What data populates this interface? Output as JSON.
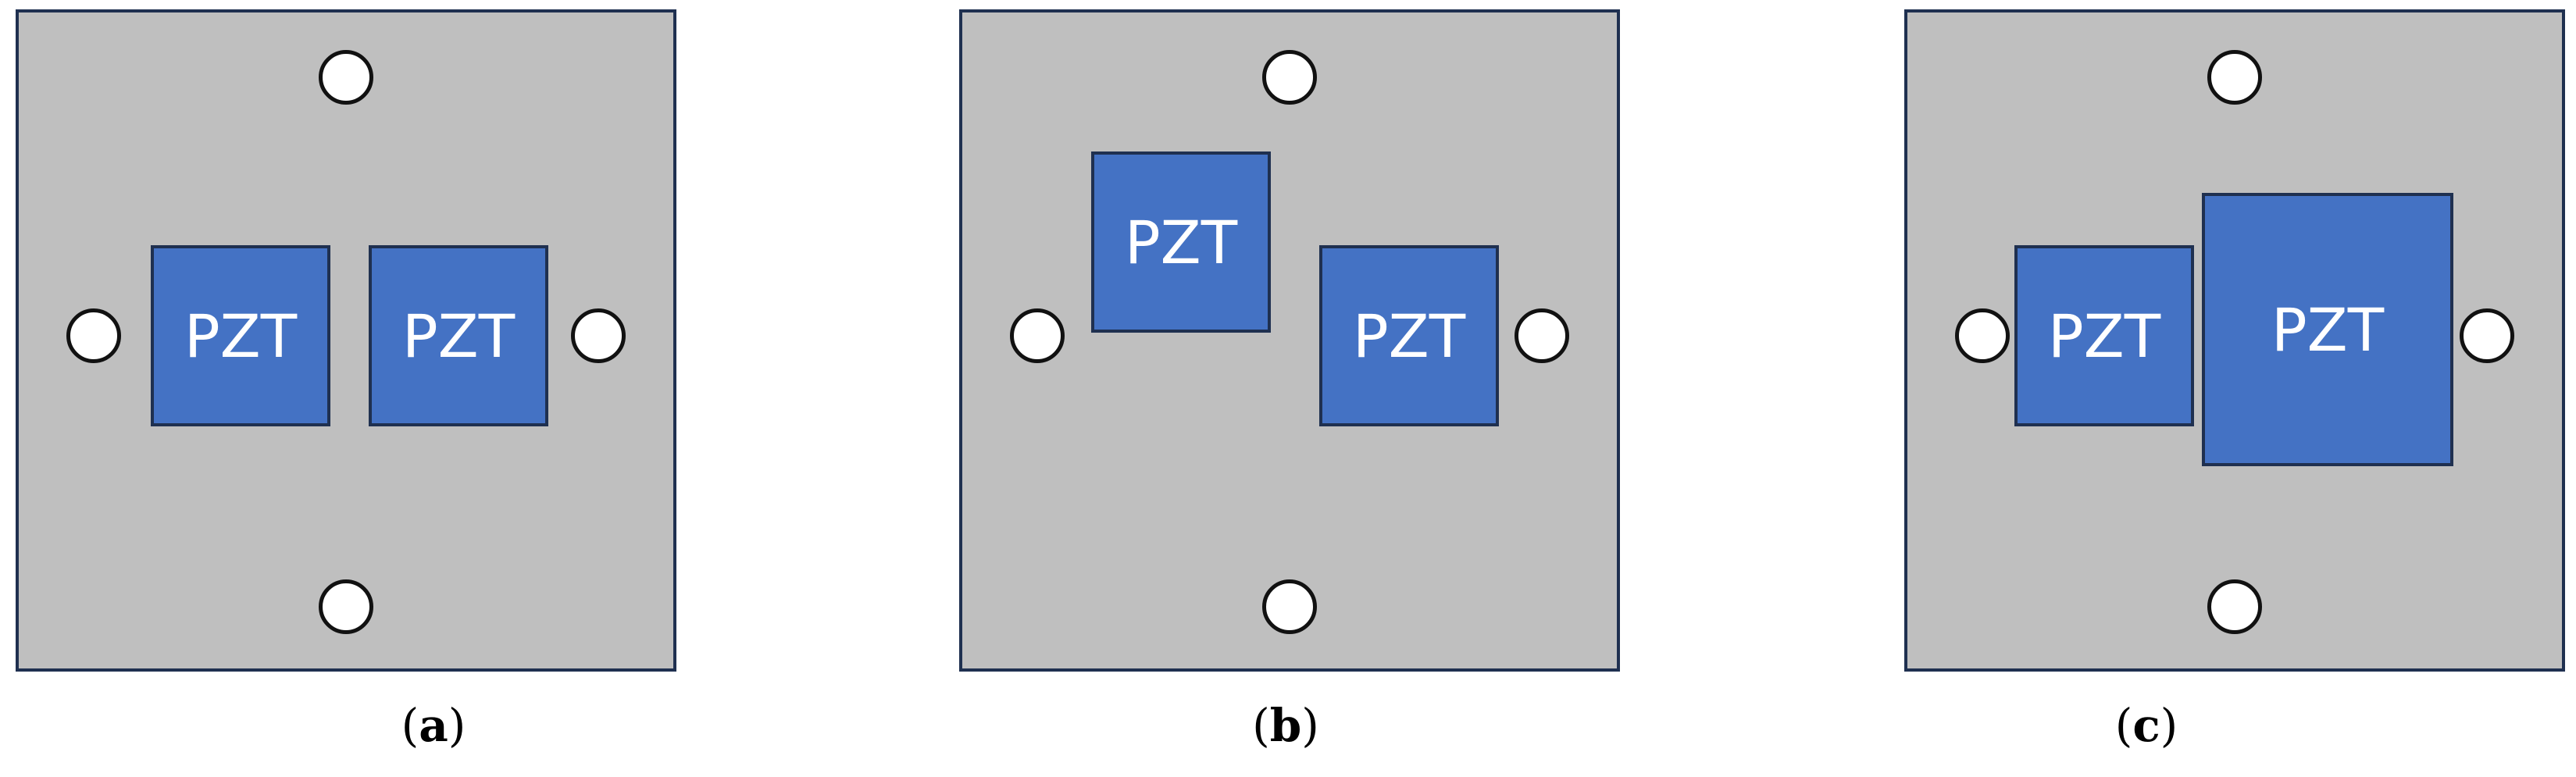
{
  "panels": [
    {
      "id": "a",
      "caption": {
        "open": "(",
        "letter": "a",
        "close": ")"
      },
      "pzt_labels": [
        "PZT",
        "PZT"
      ]
    },
    {
      "id": "b",
      "caption": {
        "open": "(",
        "letter": "b",
        "close": ")"
      },
      "pzt_labels": [
        "PZT",
        "PZT"
      ]
    },
    {
      "id": "c",
      "caption": {
        "open": "(",
        "letter": "c",
        "close": ")"
      },
      "pzt_labels": [
        "PZT",
        "PZT"
      ]
    }
  ],
  "colors": {
    "plate": "#bfbfbf",
    "plate_border": "#1f3050",
    "pzt": "#4472c4",
    "hole": "#ffffff"
  }
}
